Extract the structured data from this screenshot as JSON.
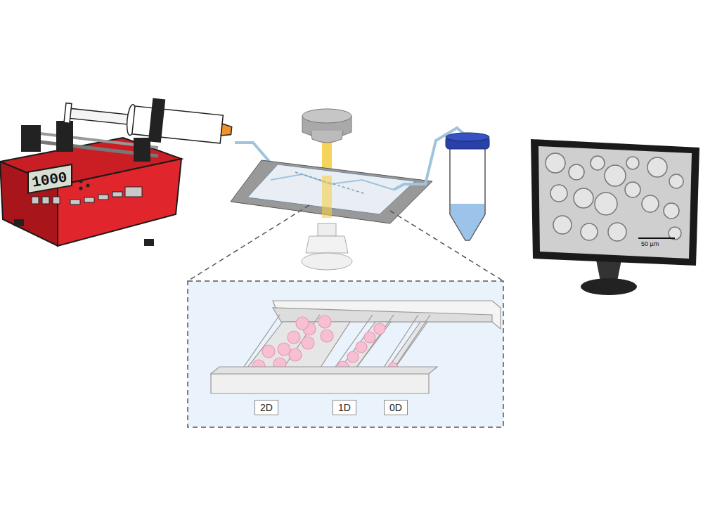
{
  "diagram": {
    "nodes": [
      {
        "text": [
          "2D"
        ]
      },
      {
        "text": [
          "1D"
        ]
      },
      {
        "text": [
          "0D"
        ]
      }
    ],
    "labels": [
      "1000",
      "50 µm"
    ]
  }
}
